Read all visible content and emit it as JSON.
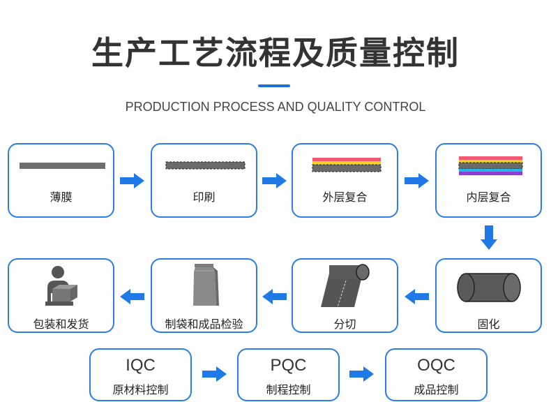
{
  "header": {
    "title": "生产工艺流程及质量控制",
    "subtitle": "PRODUCTION PROCESS AND QUALITY CONTROL"
  },
  "process_steps": [
    {
      "label": "薄膜",
      "icon": "film-icon"
    },
    {
      "label": "印刷",
      "icon": "printed-film-icon"
    },
    {
      "label": "外层复合",
      "icon": "outer-laminate-icon"
    },
    {
      "label": "内层复合",
      "icon": "inner-laminate-icon"
    },
    {
      "label": "固化",
      "icon": "roll-icon"
    },
    {
      "label": "分切",
      "icon": "slitting-icon"
    },
    {
      "label": "制袋和成品检验",
      "icon": "bag-icon"
    },
    {
      "label": "包装和发货",
      "icon": "shipping-person-icon"
    }
  ],
  "quality_control": [
    {
      "code": "IQC",
      "name": "原材料控制"
    },
    {
      "code": "PQC",
      "name": "制程控制"
    },
    {
      "code": "OQC",
      "name": "成品控制"
    }
  ],
  "colors": {
    "accent": "#2b7de9",
    "arrow": "#1f7ae8",
    "icon_gray": "#555555",
    "layer_pink": "#f4566f",
    "layer_yellow": "#f6d22c",
    "layer_blue": "#28b5e8",
    "layer_purple": "#8a3fd1"
  }
}
